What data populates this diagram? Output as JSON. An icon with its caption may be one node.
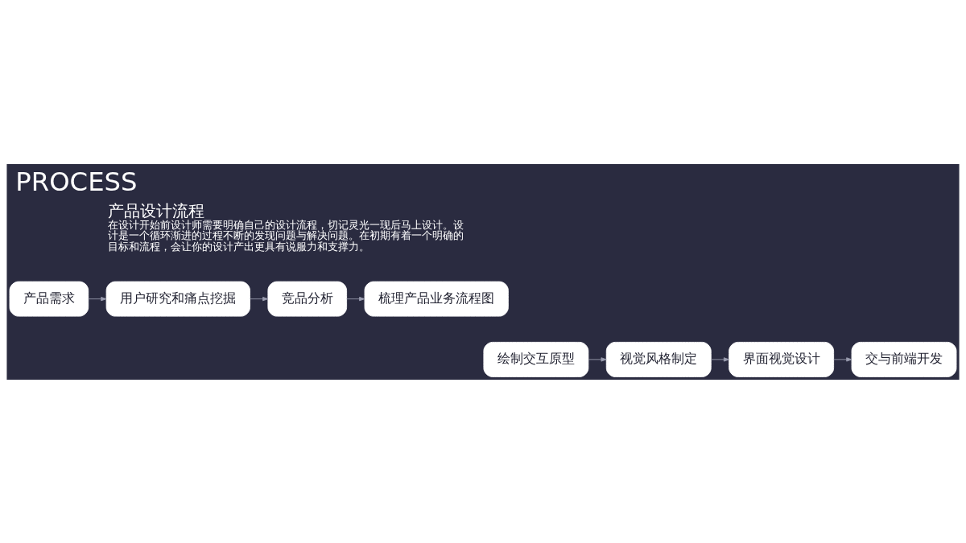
{
  "diagram": {
    "title": "PROCESS",
    "nodes": [
      {
        "text": [
          "产品需求"
        ]
      },
      {
        "text": [
          "用户研究和痛点挖掘"
        ]
      },
      {
        "text": [
          "竞品分析"
        ]
      },
      {
        "text": [
          "梳理产品业务流程图"
        ]
      },
      {
        "text": [
          "绘制交互原型"
        ]
      },
      {
        "text": [
          "视觉风格制定"
        ]
      },
      {
        "text": [
          "界面视觉设计"
        ]
      },
      {
        "text": [
          "交与前端开发"
        ]
      }
    ],
    "edges": [
      {
        "from": 0,
        "to": 1,
        "arrow": "to"
      },
      {
        "from": 1,
        "to": 2,
        "arrow": "to"
      },
      {
        "from": 2,
        "to": 3,
        "arrow": "to"
      },
      {
        "from": 4,
        "to": 5,
        "arrow": "to"
      },
      {
        "from": 5,
        "to": 6,
        "arrow": "to"
      },
      {
        "from": 6,
        "to": 7,
        "arrow": "to"
      }
    ],
    "labels": [
      "产品设计流程",
      "在设计开始前设计师需要明确自己的设计流程，切记灵光一现后马上设计。设计是一个循环渐进的过程不断的发现问题与解决问题。在初期有着一个明确的目标和流程，会让你的设计产出更具有说服力和支撑力。"
    ]
  }
}
